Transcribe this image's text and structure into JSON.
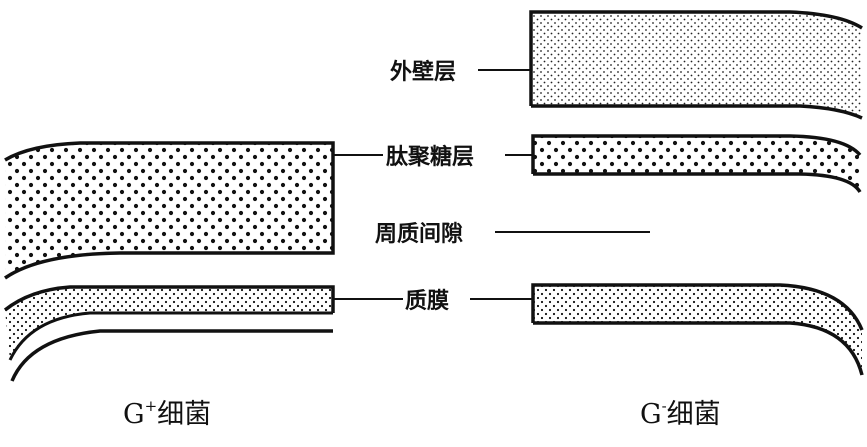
{
  "labels": {
    "outer_membrane": "外壁层",
    "peptidoglycan": "肽聚糖层",
    "periplasmic_space": "周质间隙",
    "plasma_membrane": "质膜"
  },
  "captions": {
    "gram_positive": {
      "letter": "G",
      "sign": "+",
      "text": "细菌"
    },
    "gram_negative": {
      "letter": "G",
      "sign": "-",
      "text": "细菌"
    }
  }
}
